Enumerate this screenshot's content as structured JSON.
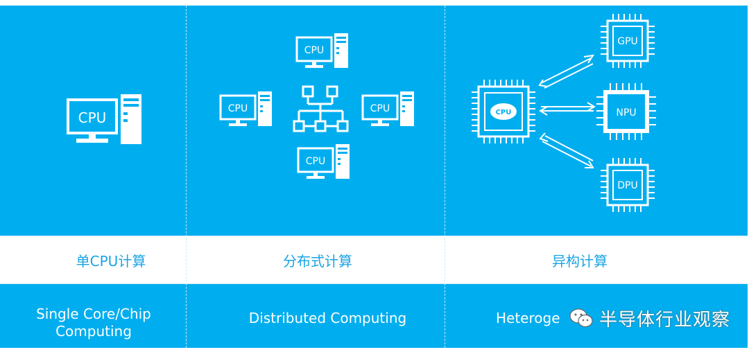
{
  "columns": [
    {
      "cn_label": "单CPU计算",
      "en_label": "Single Core/Chip\nComputing"
    },
    {
      "cn_label": "分布式计算",
      "en_label": "Distributed Computing"
    },
    {
      "cn_label": "异构计算",
      "en_label": "Heteroge"
    }
  ],
  "chips": {
    "cpu": "CPU",
    "gpu": "GPU",
    "npu": "NPU",
    "dpu": "DPU"
  },
  "computer_label": "CPU",
  "watermark": "半导体行业观察",
  "colors": {
    "band": "#00aeef",
    "label_text": "#1aa3e3",
    "line": "#ffffff"
  }
}
